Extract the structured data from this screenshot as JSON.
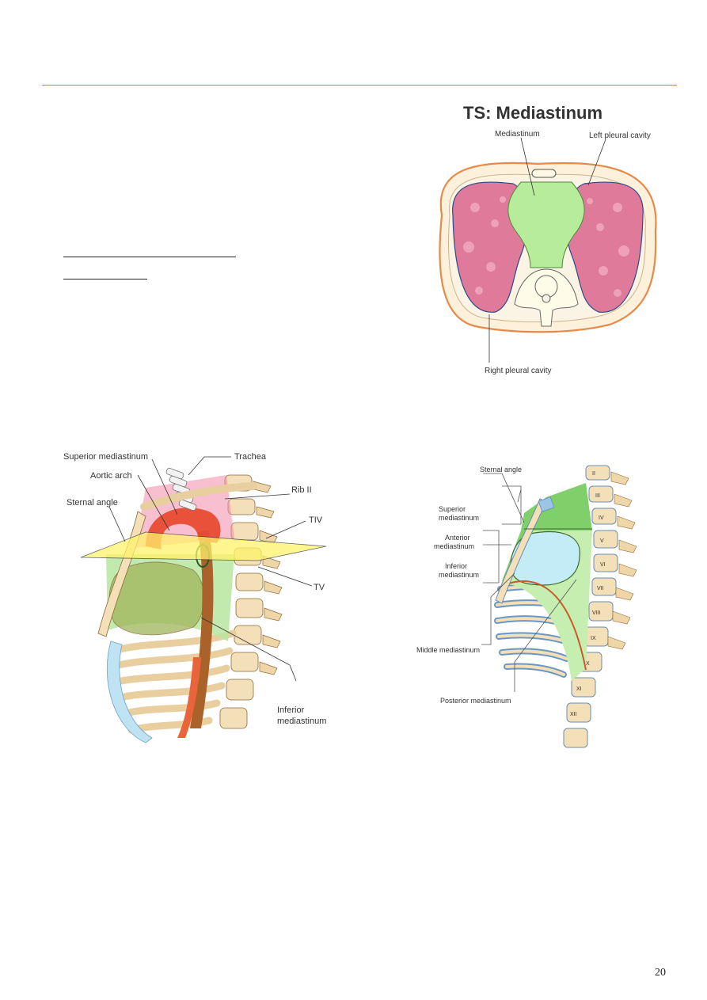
{
  "page_number": "20",
  "fig_ts": {
    "title": "TS: Mediastinum",
    "label_mediastinum": "Mediastinum",
    "label_left_pleural": "Left pleural cavity",
    "label_right_pleural": "Right pleural cavity"
  },
  "fig_lateral": {
    "superior_mediastinum": "Superior mediastinum",
    "trachea": "Trachea",
    "aortic_arch": "Aortic arch",
    "rib_ii": "Rib II",
    "sternal_angle": "Sternal angle",
    "tiv": "TIV",
    "tv": "TV",
    "inferior_line1": "Inferior",
    "inferior_line2": "mediastinum"
  },
  "fig_divisions": {
    "sternal_angle": "Sternal angle",
    "superior_1": "Superior",
    "superior_2": "mediastinum",
    "anterior_1": "Anterior",
    "anterior_2": "mediastinum",
    "inferior_1": "Inferior",
    "inferior_2": "mediastinum",
    "middle": "Middle mediastinum",
    "posterior": "Posterior mediastinum",
    "vertebrae": [
      "II",
      "III",
      "IV",
      "V",
      "VI",
      "VII",
      "VIII",
      "IX",
      "X",
      "XI",
      "XII"
    ]
  },
  "colors": {
    "rule": "#5b9bd5",
    "mediastinum_green": "#b7ec9a",
    "lung_pink": "#e0789a",
    "bone": "#f3dfb8"
  }
}
